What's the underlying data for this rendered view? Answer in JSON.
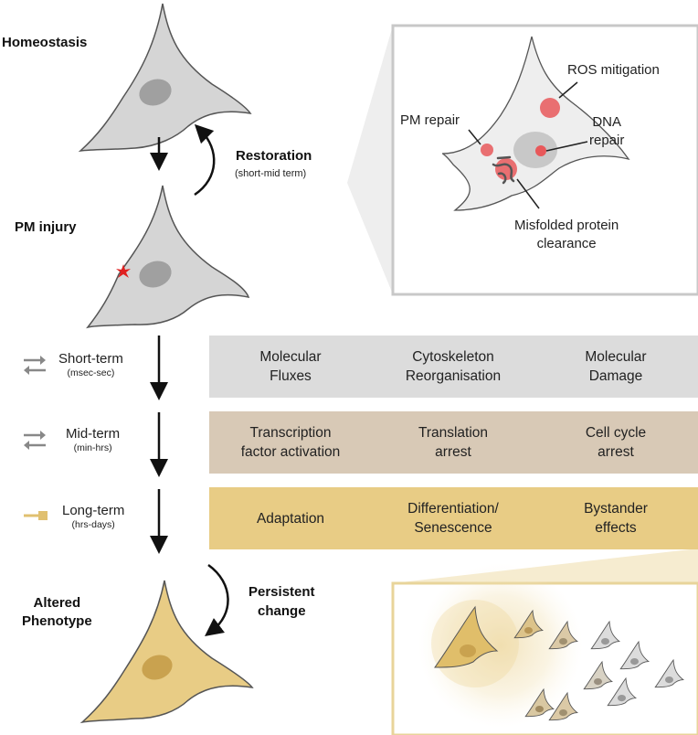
{
  "states": {
    "homeostasis": "Homeostasis",
    "pm_injury": "PM injury",
    "altered_phenotype": "Altered\nPhenotype"
  },
  "restoration": {
    "title": "Restoration",
    "subtitle": "(short-mid term)"
  },
  "persistent": {
    "title": "Persistent\nchange"
  },
  "inset": {
    "ros": "ROS mitigation",
    "pm_repair": "PM repair",
    "dna_repair": "DNA\nrepair",
    "misfolded": "Misfolded protein\nclearance"
  },
  "timeline": [
    {
      "label": "Short-term",
      "sub": "(msec-sec)",
      "items": [
        "Molecular\nFluxes",
        "Cytoskeleton\nReorganisation",
        "Molecular\nDamage"
      ],
      "color": "#dcdcdc"
    },
    {
      "label": "Mid-term",
      "sub": "(min-hrs)",
      "items": [
        "Transcription\nfactor activation",
        "Translation\narrest",
        "Cell cycle\narrest"
      ],
      "color": "#d8c9b6"
    },
    {
      "label": "Long-term",
      "sub": "(hrs-days)",
      "items": [
        "Adaptation",
        "Differentiation/\nSenescence",
        "Bystander\neffects"
      ],
      "color": "#e8cc85"
    }
  ],
  "colors": {
    "cell_gray": "#d5d5d5",
    "nucleus_gray": "#a0a0a0",
    "cell_tan": "#e8cc85",
    "nucleus_tan": "#c9a24f",
    "repair_red": "#e8585a",
    "injury_red": "#e02020"
  },
  "icons": {
    "short_mid_term": "bidirectional-arrows-icon",
    "long_term": "one-way-arrow-icon"
  }
}
